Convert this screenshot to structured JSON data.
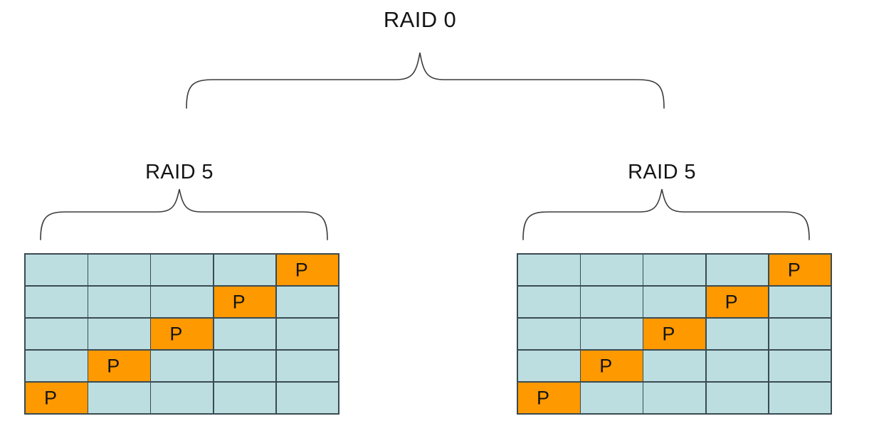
{
  "diagram": {
    "title": "RAID 0",
    "background_color": "#ffffff",
    "text_color": "#141414",
    "brace_color": "#3c3c3c",
    "data_cell_color": "#bcdee1",
    "parity_cell_color": "#ff9900",
    "cell_border_color": "#3a4b52",
    "parity_label": "P",
    "groups": [
      {
        "label": "RAID 5",
        "columns": 5,
        "rows": 5,
        "cells": [
          [
            "",
            "",
            "",
            "",
            "P"
          ],
          [
            "",
            "",
            "",
            "P",
            ""
          ],
          [
            "",
            "",
            "P",
            "",
            ""
          ],
          [
            "",
            "P",
            "",
            "",
            ""
          ],
          [
            "P",
            "",
            "",
            "",
            ""
          ]
        ]
      },
      {
        "label": "RAID 5",
        "columns": 5,
        "rows": 5,
        "cells": [
          [
            "",
            "",
            "",
            "",
            "P"
          ],
          [
            "",
            "",
            "",
            "P",
            ""
          ],
          [
            "",
            "",
            "P",
            "",
            ""
          ],
          [
            "",
            "P",
            "",
            "",
            ""
          ],
          [
            "P",
            "",
            "",
            "",
            ""
          ]
        ]
      }
    ]
  }
}
